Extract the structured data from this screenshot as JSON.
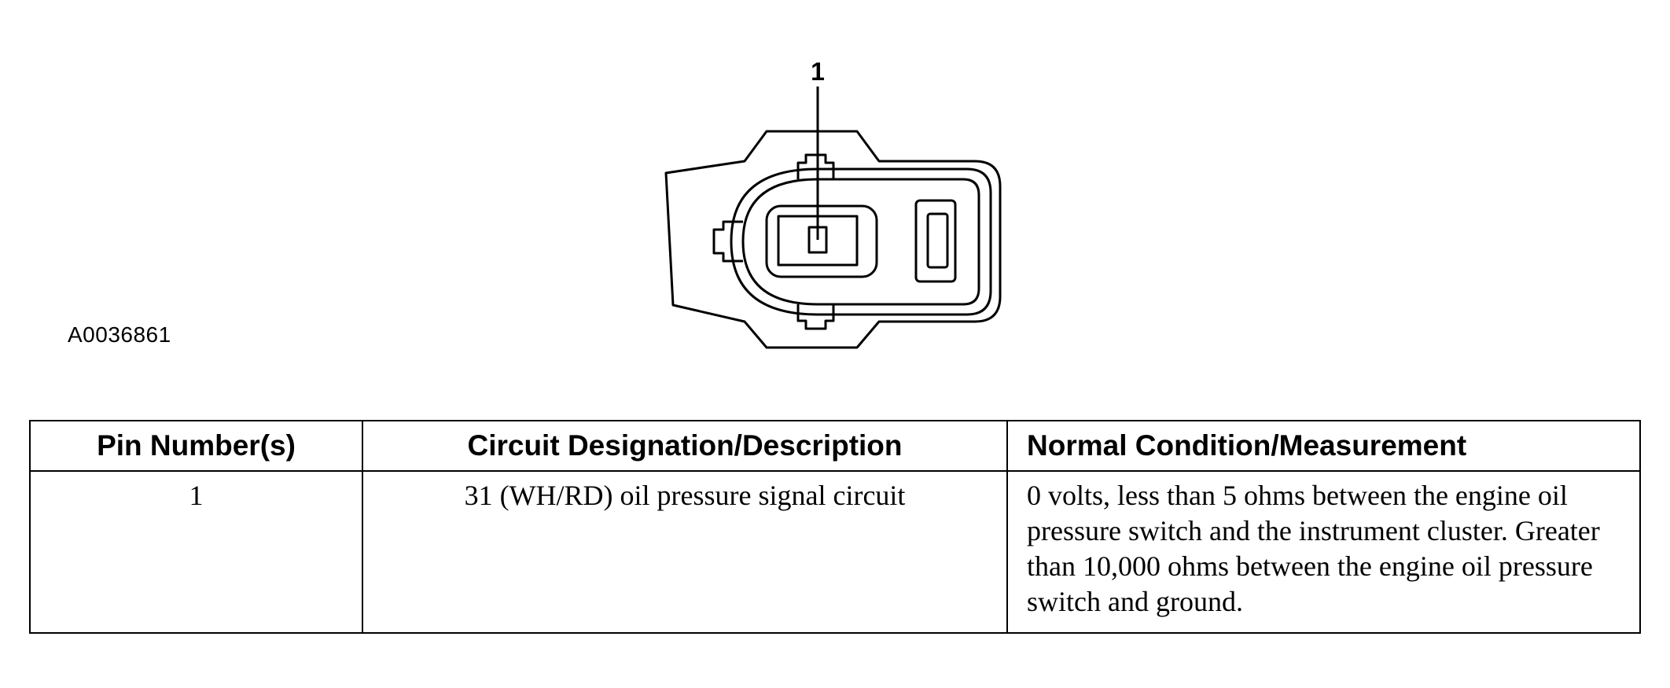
{
  "diagram": {
    "pin_callout": "1",
    "figure_id": "A0036861"
  },
  "table": {
    "headers": [
      "Pin Number(s)",
      "Circuit Designation/Description",
      "Normal Condition/Measurement"
    ],
    "rows": [
      {
        "pin": "1",
        "circuit": "31 (WH/RD) oil pressure signal circuit",
        "condition": "0 volts, less than 5 ohms between the engine oil pressure switch and the instrument cluster. Greater than 10,000 ohms between the engine oil pressure switch and ground."
      }
    ]
  },
  "colors": {
    "line": "#000000",
    "background": "#ffffff"
  }
}
